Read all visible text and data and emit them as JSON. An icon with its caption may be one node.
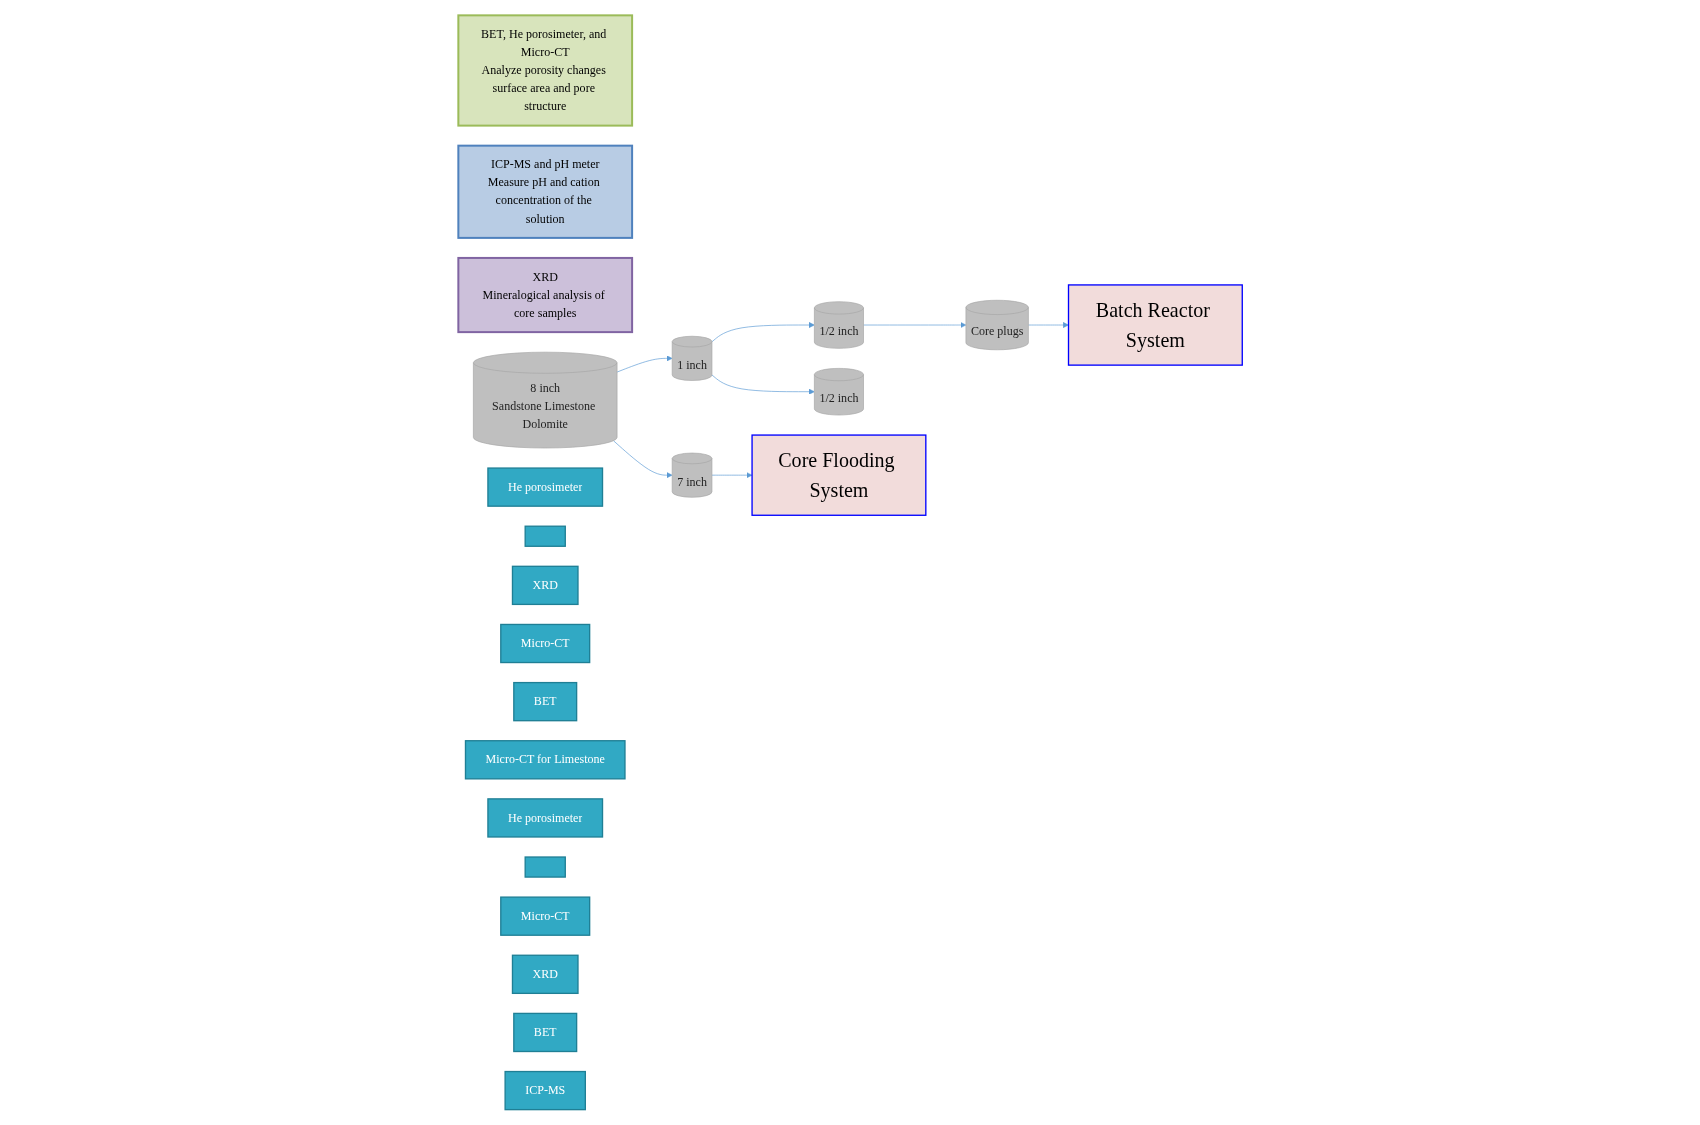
{
  "diagram": {
    "nodes": [
      {
        "text": [
          "BET, He porosimeter, and Micro-CT",
          "Analyze porosity changes surface area and pore structure"
        ]
      },
      {
        "text": [
          "ICP-MS and pH meter",
          "Measure pH and cation concentration of the solution"
        ]
      },
      {
        "text": [
          "XRD",
          "Mineralogical analysis of core samples"
        ]
      },
      {
        "text": [
          "8 inch",
          "Sandstone Limestone Dolomite"
        ]
      },
      {
        "text": [
          "1 inch"
        ]
      },
      {
        "text": [
          "He porosimeter"
        ]
      },
      {
        "text": [
          "1/2 inch"
        ]
      },
      {
        "text": [
          "1/2 inch"
        ]
      },
      {
        "text": [],
        "shape": "box"
      },
      {
        "text": [
          "XRD"
        ]
      },
      {
        "text": [
          "Core plugs"
        ]
      },
      {
        "text": [
          "Micro-CT"
        ]
      },
      {
        "text": [
          "BET"
        ]
      },
      {
        "text": [
          "7 inch"
        ]
      },
      {
        "text": [
          "Micro-CT for Limestone"
        ]
      },
      {
        "text": [
          "Batch Reactor System"
        ]
      },
      {
        "text": [
          "Core Flooding System"
        ]
      },
      {
        "text": [
          "He porosimeter"
        ]
      },
      {
        "text": [],
        "shape": "box"
      },
      {
        "text": [
          "Micro-CT"
        ]
      },
      {
        "text": [
          "XRD"
        ]
      },
      {
        "text": [
          "BET"
        ]
      },
      {
        "text": [
          "ICP-MS"
        ]
      }
    ],
    "edges": [
      {
        "from": 3,
        "to": 4,
        "arrow": "to"
      },
      {
        "from": 3,
        "to": 13,
        "arrow": "to"
      },
      {
        "from": 4,
        "to": 6,
        "arrow": "to"
      },
      {
        "from": 4,
        "to": 7,
        "arrow": "to"
      },
      {
        "from": 6,
        "to": 10,
        "arrow": "to"
      },
      {
        "from": 10,
        "to": 15,
        "arrow": "to"
      },
      {
        "from": 13,
        "to": 16,
        "arrow": "to"
      }
    ]
  }
}
